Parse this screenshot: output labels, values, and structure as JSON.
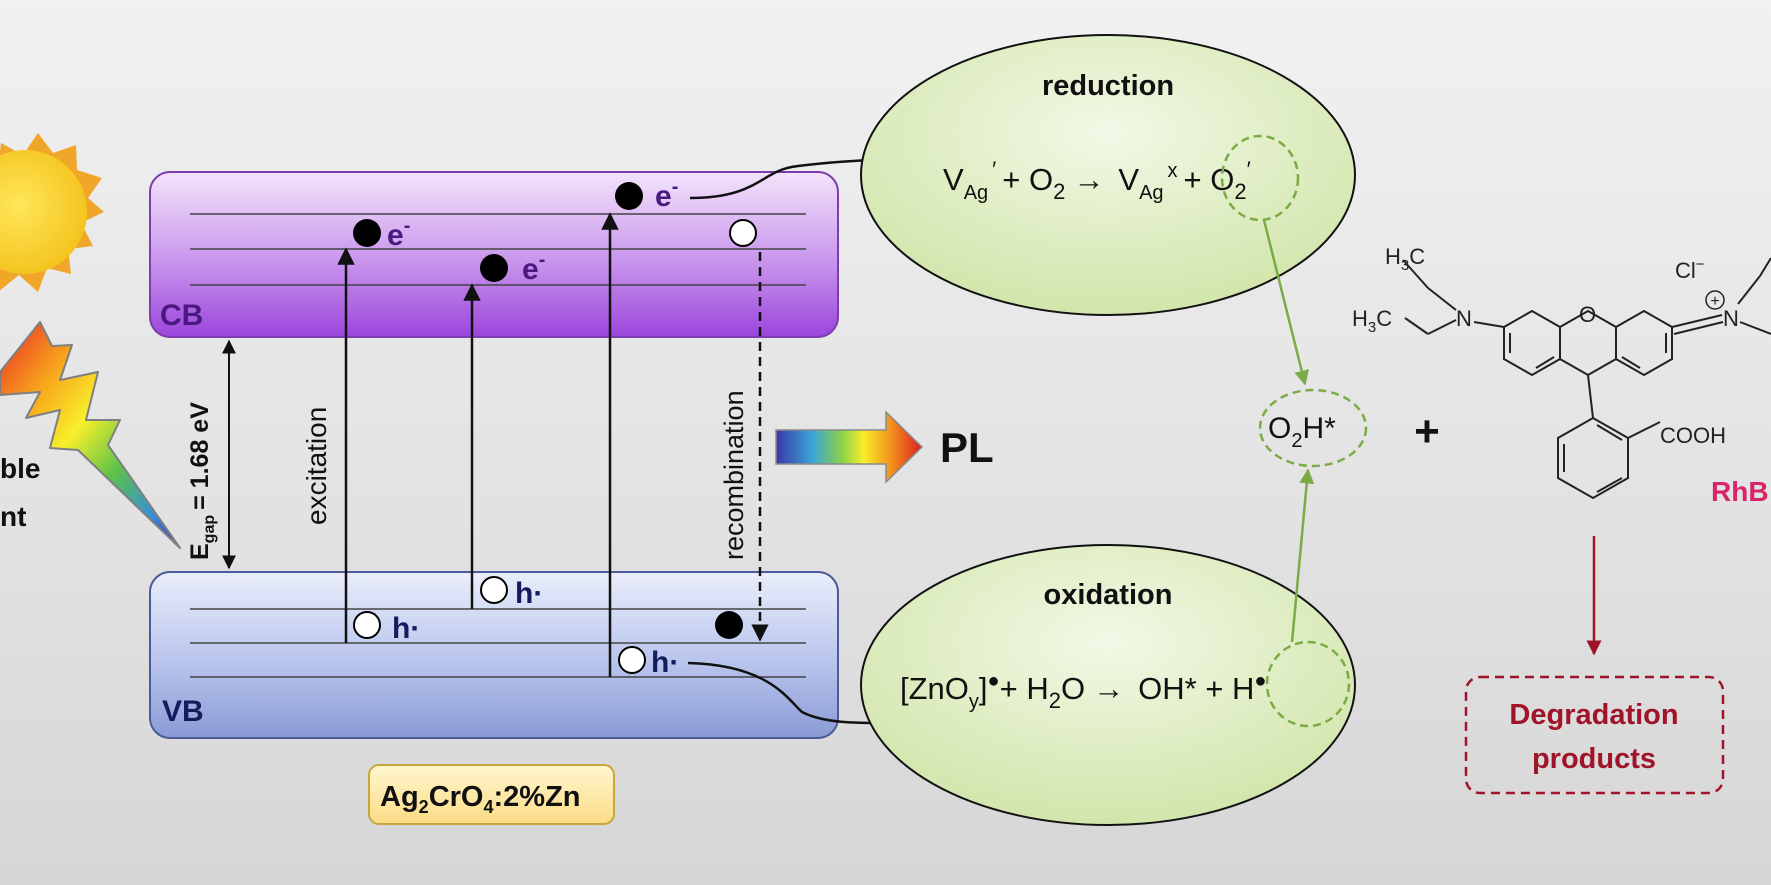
{
  "light_label": {
    "line1": "ble",
    "line2": "nt"
  },
  "bands": {
    "cb": "CB",
    "vb": "VB",
    "gap": {
      "symbol": "E",
      "sub": "gap",
      "value": "= 1.68 eV"
    }
  },
  "carriers": {
    "electron": "e",
    "electron_charge": "-",
    "hole": "h·"
  },
  "processes": {
    "excitation": "excitation",
    "recombination": "recombination"
  },
  "pl_label": "PL",
  "material": {
    "p1": "Ag",
    "s1": "2",
    "p2": "CrO",
    "s2": "4",
    "p3": ":2%Zn"
  },
  "reduction": {
    "title": "reduction",
    "eq": {
      "V1": "V",
      "sub1": "Ag",
      "sup1": "′",
      "plus1": "+ O",
      "sub2": "2",
      "arrow": "→",
      "V2": "V",
      "sub3": "Ag",
      "sup2": "x",
      "plus2": "+ O",
      "sub4": "2",
      "sup3": "′"
    }
  },
  "oxidation": {
    "title": "oxidation",
    "eq": {
      "a": "[ZnO",
      "asub": "y",
      "b": "]",
      "bsup": "●",
      "c": "+ H",
      "csub": "2",
      "d": "O",
      "arrow": "→",
      "e": "OH* + H",
      "esup": "●"
    }
  },
  "intermediate": {
    "a": "O",
    "sub": "2",
    "b": "H*"
  },
  "plus_sign": "+",
  "molecule": {
    "h3c1": "H",
    "h3c1_sub": "3",
    "h3c1_c": "C",
    "h3c2": "H",
    "h3c2_sub": "3",
    "h3c2_c": "C",
    "n1": "N",
    "o": "O",
    "n2": "N",
    "charge": "+",
    "cl": "Cl",
    "cl_charge": "−",
    "cooh": "COOH",
    "name": "RhB"
  },
  "degradation": {
    "line1": "Degradation",
    "line2": "products"
  },
  "colors": {
    "cb_band": "#a24fdf",
    "vb_band": "#8f9fd8",
    "ellipse": "#d9eab8",
    "green_arrow": "#7aab45",
    "dark_red": "#a0142a",
    "rhb_pink": "#d8256a",
    "material_box": "#fde59a"
  }
}
